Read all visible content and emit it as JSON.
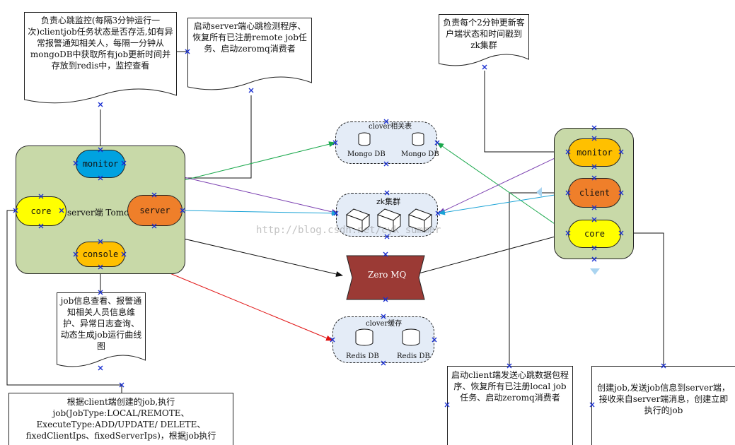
{
  "notes": {
    "monitor_note": "负责心跳监控(每隔3分钟运行一次)clientjob任务状态是否存活,如有异常报警通知相关人，每隔一分钟从mongoDB中获取所有job更新时间并存放到redis中，监控查看",
    "server_note": "启动server端心跳检测程序、恢复所有已注册remote job任务、启动zeromq消费者",
    "client_status_note": "负责每个2分钟更新客户端状态和时间戳到zk集群",
    "console_note": "job信息查看、报警通知相关人员信息维护、异常日志查询、动态生成job运行曲线图",
    "core_note": "根据client端创建的job,执行job(JobType:LOCAL/REMOTE、ExecuteType:ADD/UPDATE/ DELETE、fixedClientIps、fixedServerIps)，根据job执行",
    "client_note": "启动client端发送心跳数据包程序、恢复所有已注册local job任务、启动zeromq消费者",
    "client_core_note": "创建job,发送job信息到server端，接收来自server端消息，创建立即执行的job"
  },
  "server_cluster": {
    "title": "server端 Tomcat",
    "monitor": "monitor",
    "core": "core",
    "server": "server",
    "console": "console"
  },
  "client_cluster": {
    "monitor": "monitor",
    "client": "client",
    "core": "core"
  },
  "clover_tables": {
    "title": "clover相关表",
    "db1": "Mongo DB",
    "db2": "Mongo DB"
  },
  "zk": {
    "title": "zk集群"
  },
  "zeromq": {
    "title": "Zero MQ"
  },
  "clover_cache": {
    "title": "clover缓存",
    "db1": "Redis DB",
    "db2": "Redis DB"
  },
  "watermark": "http://blog.csdn.net/cyk_summer",
  "colors": {
    "cluster_fill": "#c8d9a8",
    "monitor_blue": "#00a2e0",
    "core_yellow": "#ffff00",
    "server_orange": "#ef7f2a",
    "console_gold": "#ffc000",
    "zeromq_red": "#9b3a35",
    "dashed_fill": "#e4ecf7"
  }
}
